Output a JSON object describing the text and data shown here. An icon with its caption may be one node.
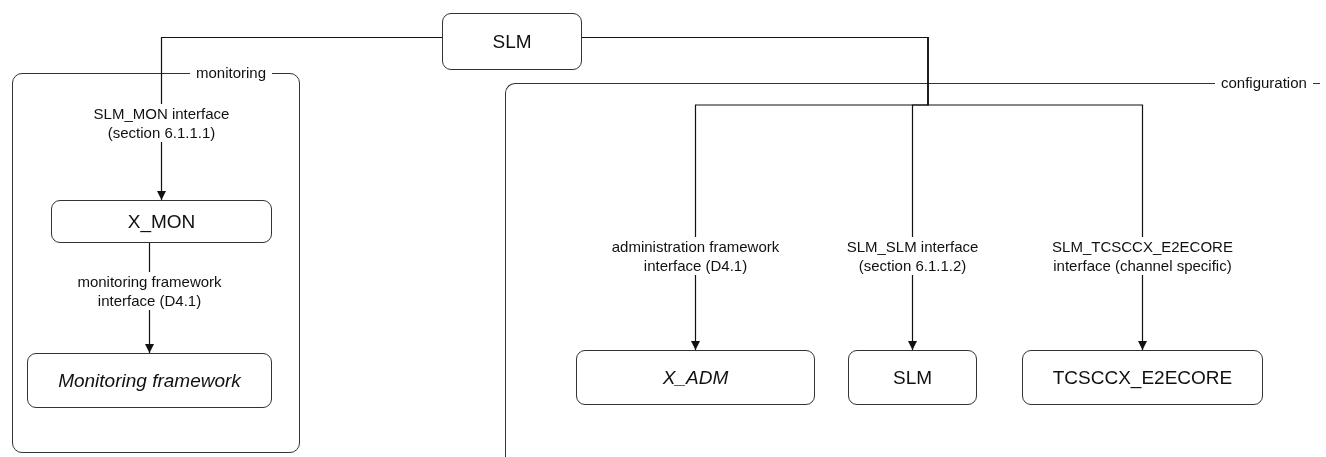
{
  "diagram": {
    "nodes": [
      {
        "text": [
          "SLM"
        ]
      },
      {
        "text": [
          "monitoring"
        ]
      },
      {
        "text": [
          "X_MON"
        ],
        "in": 1
      },
      {
        "text": [
          "Monitoring framework"
        ],
        "in": 1
      },
      {
        "text": [
          "configuration"
        ]
      },
      {
        "text": [
          "X_ADM"
        ],
        "in": 4
      },
      {
        "text": [
          "SLM"
        ],
        "in": 4
      },
      {
        "text": [
          "TCSCCX_E2ECORE"
        ],
        "in": 4
      }
    ],
    "edges": [
      {
        "from": 0,
        "to": 2,
        "arrow": "to",
        "label": "SLM_MON interface (section 6.1.1.1)"
      },
      {
        "from": 2,
        "to": 3,
        "arrow": "to",
        "label": "monitoring framework interface (D4.1)"
      },
      {
        "from": 0,
        "to": 5,
        "arrow": "to",
        "label": "administration framework interface (D4.1)"
      },
      {
        "from": 0,
        "to": 6,
        "arrow": "to",
        "label": "SLM_SLM interface (section 6.1.1.2)"
      },
      {
        "from": 0,
        "to": 7,
        "arrow": "to",
        "label": "SLM_TCSCCX_E2ECORE interface (channel specific)"
      }
    ]
  }
}
